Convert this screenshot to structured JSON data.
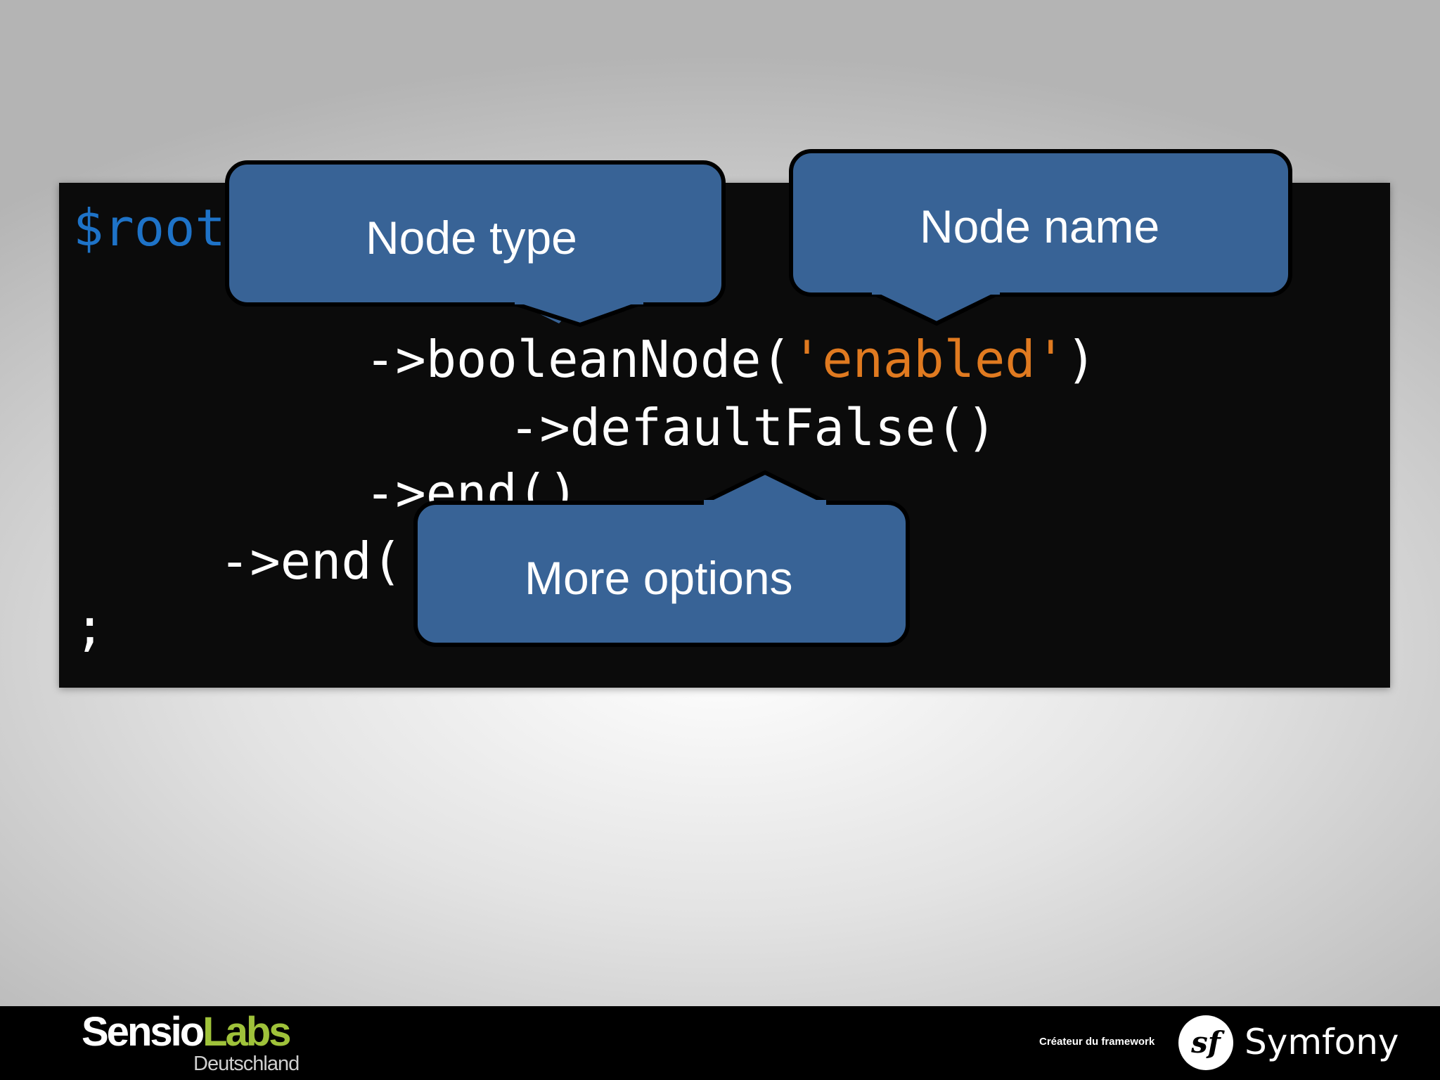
{
  "code": {
    "line1_var": "$root",
    "line3_method": "->booleanNode(",
    "line3_string": "'enabled'",
    "line3_close": ")",
    "line4": "->defaultFalse()",
    "line5": "->end()",
    "line6": "->end(",
    "line7": ";"
  },
  "callouts": {
    "node_type": "Node type",
    "node_name": "Node name",
    "more_options": "More options"
  },
  "footer": {
    "brand_part1": "Sensio",
    "brand_part2": "Labs",
    "brand_sub": "Deutschland",
    "tagline": "Créateur du framework",
    "sf_mark": "sf",
    "framework_name": "Symfony"
  },
  "colors": {
    "callout_fill": "#386396",
    "code_background": "#0b0b0b",
    "variable": "#1e73c8",
    "string": "#e07a20",
    "brand_green": "#9fc23a"
  }
}
